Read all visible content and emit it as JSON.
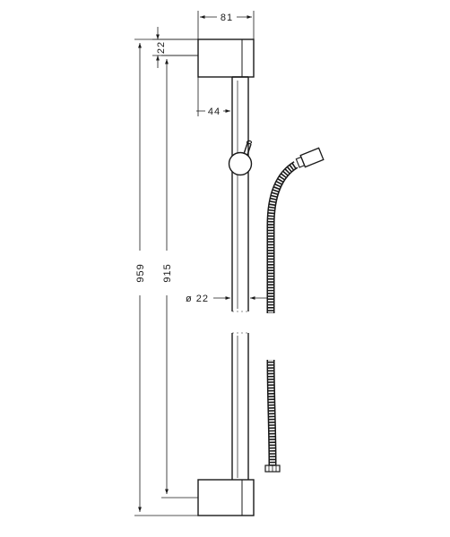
{
  "dimensions": {
    "mount_width": "81",
    "mount_height": "22",
    "bar_offset": "44",
    "bar_diameter": "ø 22",
    "total_height": "959",
    "bar_length": "915"
  }
}
